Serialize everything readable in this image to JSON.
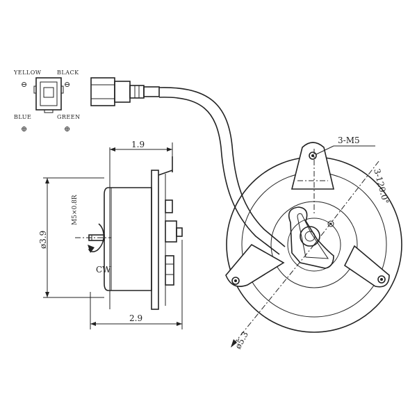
{
  "connector": {
    "yellow": "YELLOW",
    "black": "BLACK",
    "blue": "BLUE",
    "green": "GREEN",
    "minus": "⊖",
    "plus": "⊕"
  },
  "dimensions": {
    "depth_top": "1.9",
    "depth_bottom": "2.9",
    "diameter_motor": "ø3.9",
    "shaft_thread": "M5×0.8R",
    "rotation": "CW",
    "mount_screws": "3-M5",
    "mount_angle": "3-120.0°",
    "bolt_circle": "ø5.3"
  },
  "colors": {
    "line": "#222222",
    "background": "#ffffff"
  }
}
